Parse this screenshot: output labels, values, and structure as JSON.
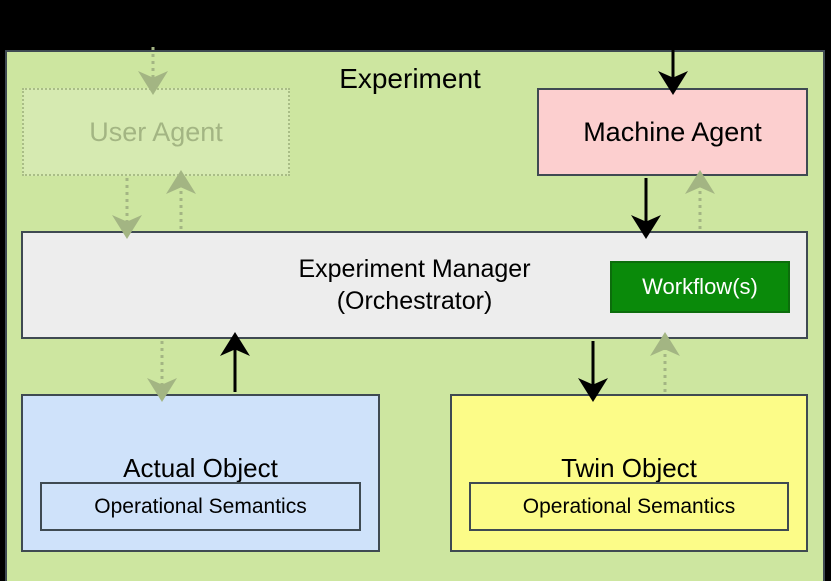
{
  "diagram": {
    "title": "Experiment",
    "container_color": "#cde6a0",
    "nodes": {
      "user_agent": {
        "label": "User Agent",
        "fill": "#cde6a0",
        "text_color": "#a3b583",
        "border_style": "dotted",
        "state": "faded"
      },
      "machine_agent": {
        "label": "Machine Agent",
        "fill": "#fccfcf",
        "border_style": "solid"
      },
      "experiment_manager": {
        "label_line1": "Experiment Manager",
        "label_line2": "(Orchestrator)",
        "fill": "#ededed",
        "border_style": "solid"
      },
      "workflows": {
        "label": "Workflow(s)",
        "fill": "#0a8a0a",
        "text_color": "#ffffff",
        "border_style": "solid"
      },
      "actual_object": {
        "label": "Actual Object",
        "inner_label": "Operational Semantics",
        "fill": "#cfe2fa",
        "border_style": "solid"
      },
      "twin_object": {
        "label": "Twin Object",
        "inner_label": "Operational Semantics",
        "fill": "#fcfc88",
        "border_style": "solid"
      }
    },
    "edges": [
      {
        "name": "external-to-user-agent",
        "style": "dotted",
        "color": "#a3b583",
        "direction": "down"
      },
      {
        "name": "external-to-machine-agent",
        "style": "solid",
        "color": "#000000",
        "direction": "down"
      },
      {
        "name": "user-agent-to-manager",
        "style": "dotted",
        "color": "#a3b583",
        "direction": "down"
      },
      {
        "name": "manager-to-user-agent",
        "style": "dotted",
        "color": "#a3b583",
        "direction": "up"
      },
      {
        "name": "machine-agent-to-manager",
        "style": "solid",
        "color": "#000000",
        "direction": "down"
      },
      {
        "name": "manager-to-machine-agent",
        "style": "dotted",
        "color": "#a3b583",
        "direction": "up"
      },
      {
        "name": "manager-to-actual-object",
        "style": "dotted",
        "color": "#a3b583",
        "direction": "down"
      },
      {
        "name": "actual-object-to-manager",
        "style": "solid",
        "color": "#000000",
        "direction": "up"
      },
      {
        "name": "manager-to-twin-object",
        "style": "solid",
        "color": "#000000",
        "direction": "down"
      },
      {
        "name": "twin-object-to-manager",
        "style": "dotted",
        "color": "#a3b583",
        "direction": "up"
      }
    ]
  }
}
